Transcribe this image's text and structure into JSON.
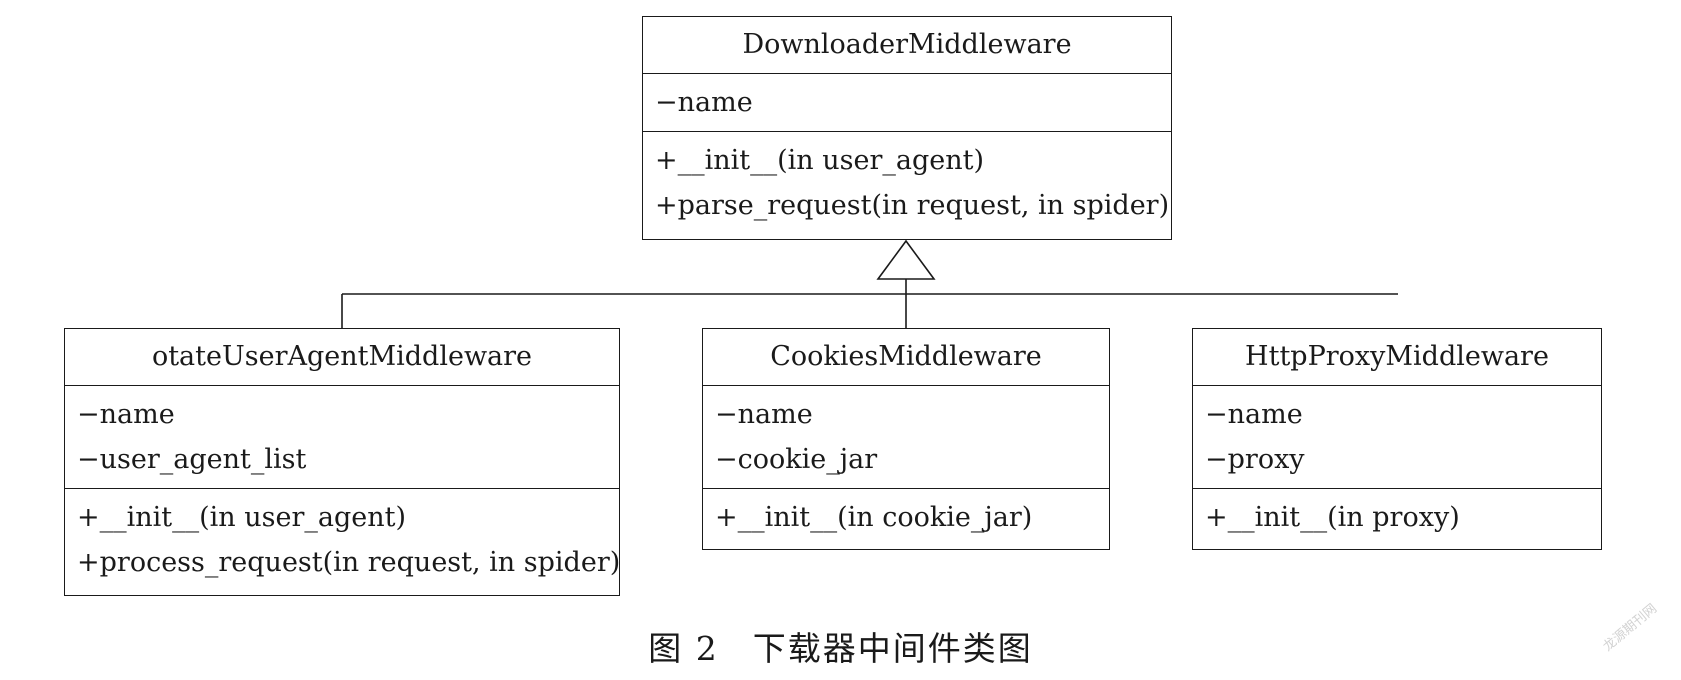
{
  "diagram": {
    "classes": [
      {
        "id": "downloader",
        "name": "DownloaderMiddleware",
        "attributes": [
          "−name"
        ],
        "methods": [
          "+__init__(in user_agent)",
          "+parse_request(in request, in spider)"
        ]
      },
      {
        "id": "rotate",
        "name": "otateUserAgentMiddleware",
        "attributes": [
          "−name",
          "−user_agent_list"
        ],
        "methods": [
          "+__init__(in user_agent)",
          "+process_request(in request, in spider)"
        ]
      },
      {
        "id": "cookies",
        "name": "CookiesMiddleware",
        "attributes": [
          "−name",
          "−cookie_jar"
        ],
        "methods": [
          "+__init__(in cookie_jar)"
        ]
      },
      {
        "id": "proxy",
        "name": "HttpProxyMiddleware",
        "attributes": [
          "−name",
          "−proxy"
        ],
        "methods": [
          "+__init__(in proxy)"
        ]
      }
    ],
    "relationship": "generalization"
  },
  "caption": {
    "figure_number": "图 2",
    "title": "下载器中间件类图"
  },
  "watermark": {
    "text": "龙源期刊网"
  }
}
